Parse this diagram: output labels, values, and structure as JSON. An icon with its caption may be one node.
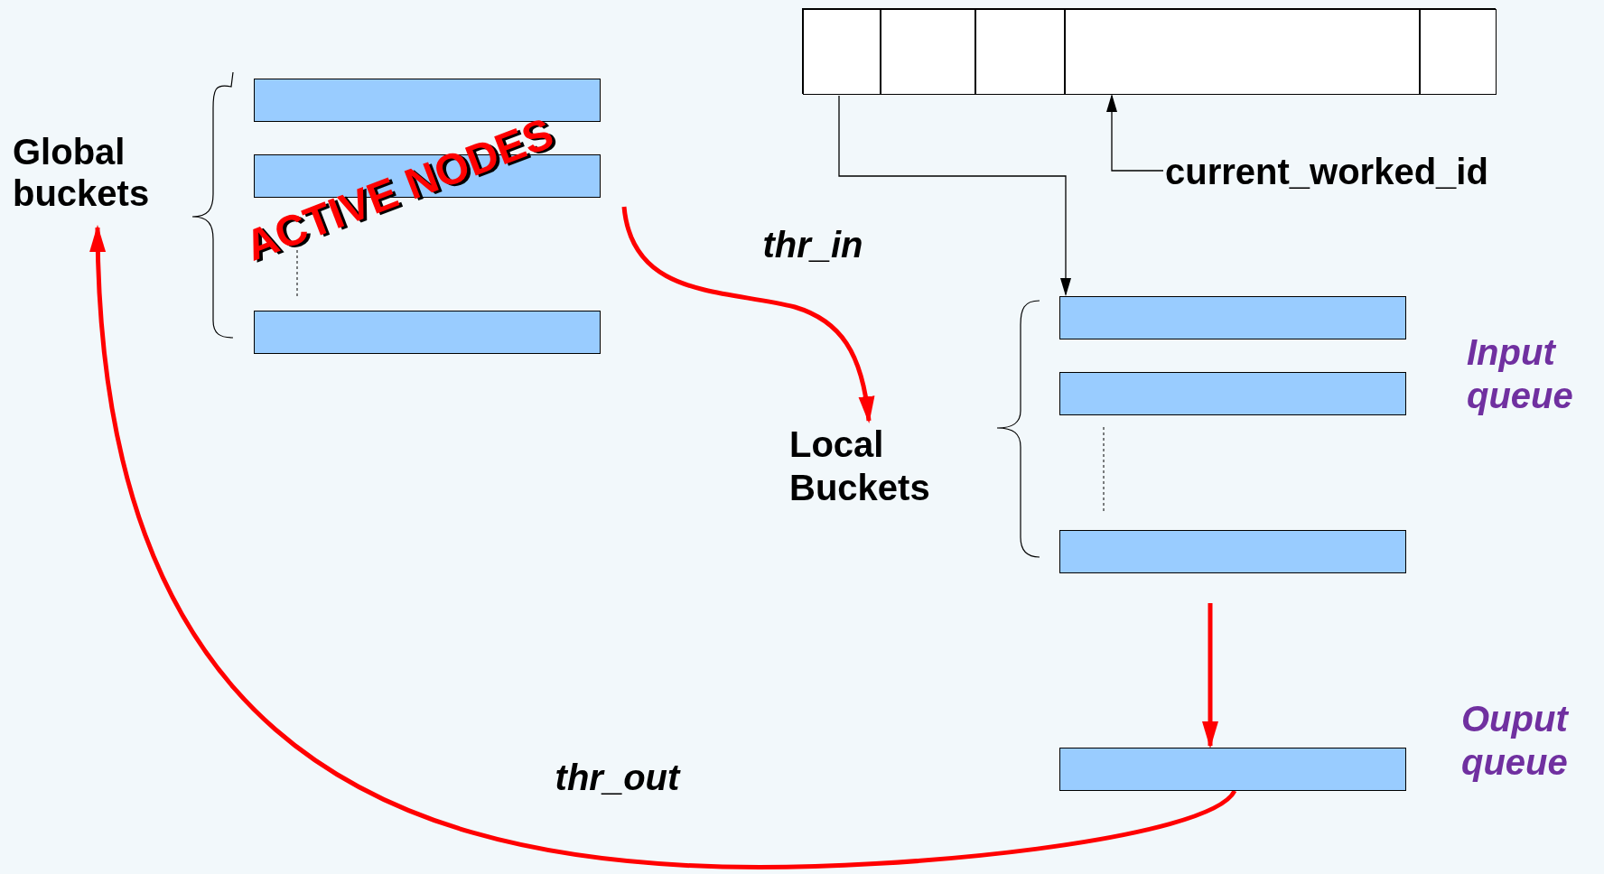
{
  "diagram": {
    "nodes": [
      {
        "text": [
          "Global buckets"
        ]
      },
      {
        "text": [],
        "shape": "bar"
      },
      {
        "text": [],
        "shape": "bar"
      },
      {
        "text": [],
        "shape": "bar"
      },
      {
        "text": [],
        "shape": "box"
      },
      {
        "text": [],
        "shape": "box",
        "in": 4
      },
      {
        "text": [],
        "shape": "box",
        "in": 4
      },
      {
        "text": [],
        "shape": "box",
        "in": 4
      },
      {
        "text": [],
        "shape": "box",
        "in": 4
      },
      {
        "text": [],
        "shape": "box",
        "in": 4
      },
      {
        "text": [
          "current_worked_id"
        ]
      },
      {
        "text": [
          "Local Buckets"
        ]
      },
      {
        "text": [],
        "shape": "bar"
      },
      {
        "text": [],
        "shape": "bar"
      },
      {
        "text": [],
        "shape": "bar"
      },
      {
        "text": [
          "Input queue"
        ]
      },
      {
        "text": [],
        "shape": "bar"
      },
      {
        "text": [
          "Ouput queue"
        ]
      }
    ],
    "edges": [
      {
        "from": 5,
        "to": 12,
        "arrow": "to",
        "color": "#000000"
      },
      {
        "from": 10,
        "to": 8,
        "arrow": "to",
        "color": "#000000"
      },
      {
        "from": 2,
        "to": 11,
        "arrow": "to",
        "label": "thr_in",
        "color": "#ff0000"
      },
      {
        "from": 14,
        "to": 16,
        "arrow": "to",
        "color": "#ff0000"
      },
      {
        "from": 16,
        "to": 0,
        "arrow": "to",
        "label": "thr_out",
        "color": "#ff0000"
      }
    ],
    "labels": [
      "ACTIVE NODES"
    ]
  }
}
